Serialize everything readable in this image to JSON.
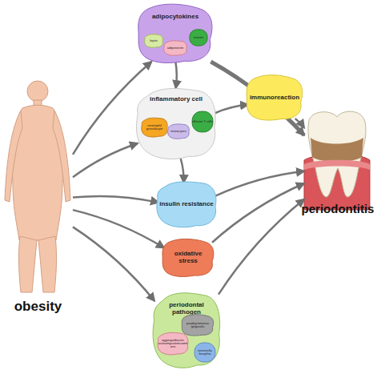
{
  "diagram": {
    "nodes": [
      {
        "text": [
          "obesity"
        ]
      },
      {
        "text": [
          "adipocytokines"
        ]
      },
      {
        "text": [
          "leptin"
        ],
        "in": 1
      },
      {
        "text": [
          "adiponectin"
        ],
        "in": 1
      },
      {
        "text": [
          "resistin"
        ],
        "in": 1
      },
      {
        "text": [
          "inflammatory cell"
        ]
      },
      {
        "text": [
          "neutrophil granulocyte"
        ],
        "in": 5
      },
      {
        "text": [
          "monocytes"
        ],
        "in": 5
      },
      {
        "text": [
          "effector T cells"
        ],
        "in": 5
      },
      {
        "text": [
          "immunoreaction"
        ]
      },
      {
        "text": [
          "insulin resistance"
        ]
      },
      {
        "text": [
          "oxidative stress"
        ]
      },
      {
        "text": [
          "periodontal pathogen"
        ]
      },
      {
        "text": [
          "porphyromonas gingivalis"
        ],
        "in": 12
      },
      {
        "text": [
          "aggregatibacter actinomycetemcomitans"
        ],
        "in": 12
      },
      {
        "text": [
          "tannerella forsythia"
        ],
        "in": 12
      },
      {
        "text": [
          "periodontitis"
        ]
      }
    ],
    "edges": [
      {
        "from": 0,
        "to": 1,
        "arrow": "to"
      },
      {
        "from": 0,
        "to": 5,
        "arrow": "to"
      },
      {
        "from": 0,
        "to": 10,
        "arrow": "to"
      },
      {
        "from": 0,
        "to": 11,
        "arrow": "to"
      },
      {
        "from": 0,
        "to": 12,
        "arrow": "to"
      },
      {
        "from": 1,
        "to": 5,
        "arrow": "to"
      },
      {
        "from": 1,
        "to": 16,
        "arrow": "to"
      },
      {
        "from": 5,
        "to": 9,
        "arrow": "to"
      },
      {
        "from": 5,
        "to": 10,
        "arrow": "to"
      },
      {
        "from": 9,
        "to": 16,
        "arrow": "to"
      },
      {
        "from": 10,
        "to": 16,
        "arrow": "to"
      },
      {
        "from": 11,
        "to": 16,
        "arrow": "to"
      },
      {
        "from": 12,
        "to": 16,
        "arrow": "to"
      }
    ]
  }
}
